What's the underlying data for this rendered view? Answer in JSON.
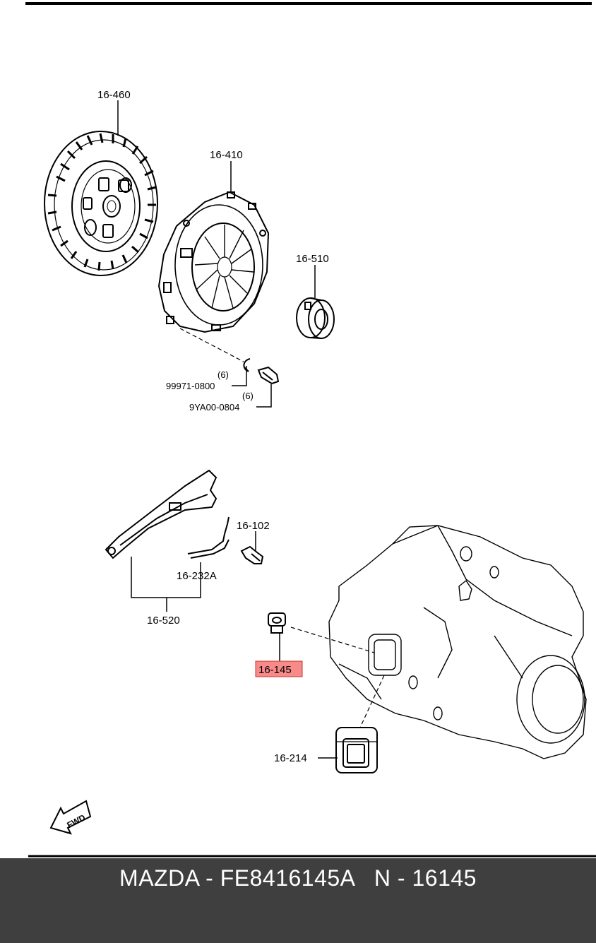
{
  "diagram": {
    "callouts": {
      "clutch_disc": "16-460",
      "clutch_cover": "16-410",
      "release_bearing": "16-510",
      "lock_washer": "99971-0800",
      "lock_washer_qty": "(6)",
      "cover_bolt": "9YA00-0804",
      "cover_bolt_qty": "(6)",
      "release_fork_assembly": "16-520",
      "spring": "16-232A",
      "pivot_bolt": "16-102",
      "highlighted_part": "16-145",
      "boot": "16-214"
    },
    "highlight_color": "#f98a8a",
    "fwd_indicator": "FWD"
  },
  "footer": {
    "caption": "MAZDA - FE8416145A   N - 16145"
  }
}
